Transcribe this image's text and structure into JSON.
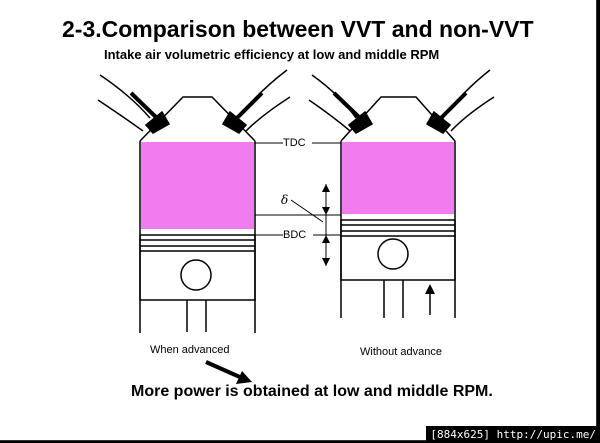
{
  "title": "2-3.Comparison between VVT and non-VVT",
  "subtitle": "Intake air volumetric efficiency at low and middle RPM",
  "labels": {
    "tdc": "TDC",
    "bdc": "BDC",
    "delta": "δ"
  },
  "captions": {
    "left": "When advanced",
    "right": "Without advance"
  },
  "conclusion": "More power is obtained at low and middle RPM.",
  "watermark": "[884x625] http://upic.me/",
  "colors": {
    "charge": "#f07cf0",
    "outline": "#000000",
    "background": "#ffffff"
  }
}
